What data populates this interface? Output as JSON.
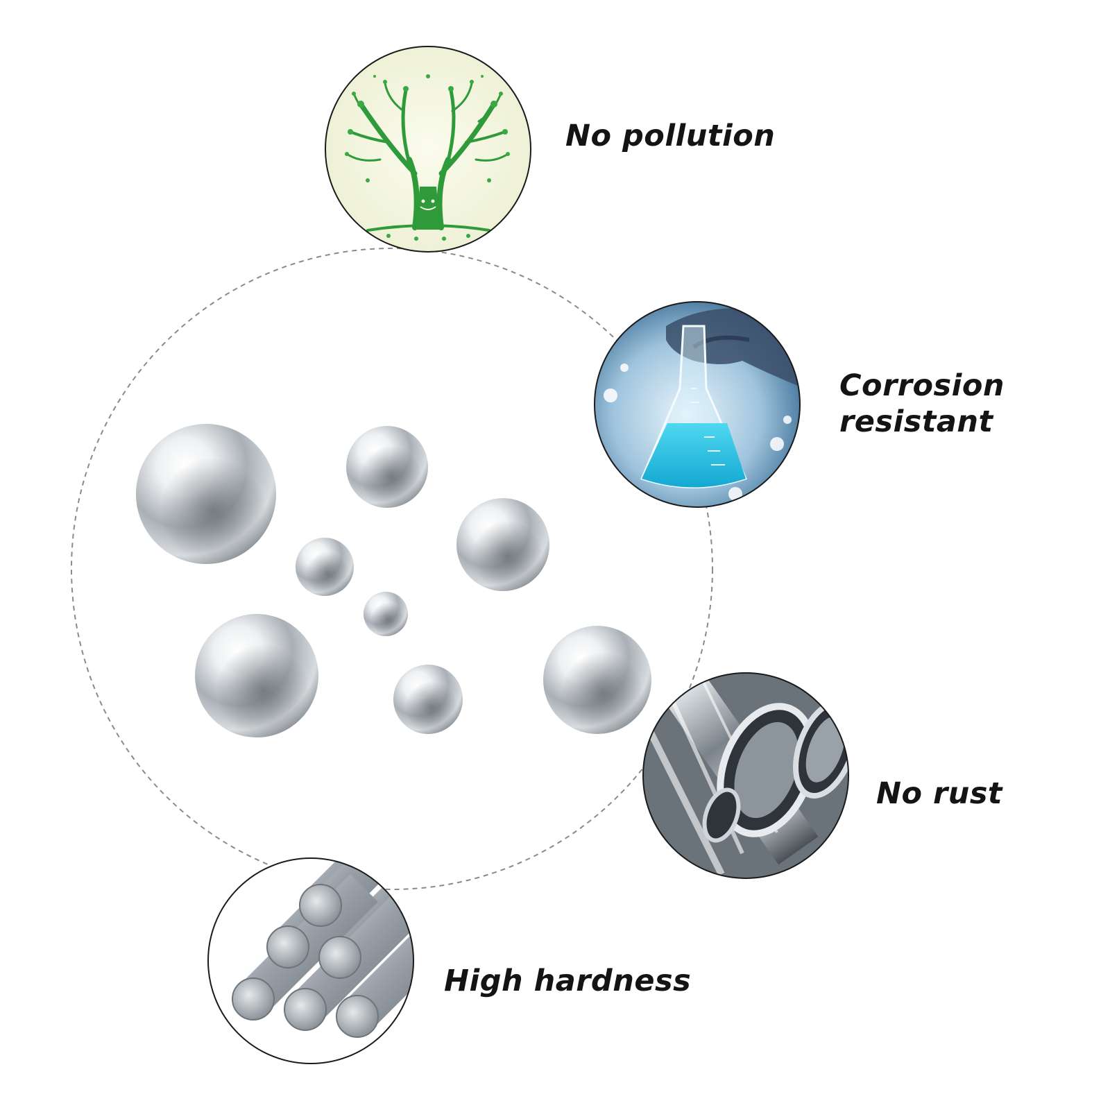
{
  "features": {
    "pollution": {
      "label": "No pollution",
      "icon": "tree-icon"
    },
    "corrosion": {
      "label_line1": "Corrosion",
      "label_line2": "resistant",
      "icon": "flask-icon"
    },
    "rust": {
      "label": "No rust",
      "icon": "steel-tubes-icon"
    },
    "hardness": {
      "label": "High hardness",
      "icon": "steel-rods-icon"
    }
  },
  "center_image": "steel-balls",
  "colors": {
    "text": "#141414",
    "tree_green": "#2f9a3a",
    "tree_bg": "#f7f8e6",
    "liquid_blue": "#26c4e3",
    "steel": "#9aa3ab",
    "dashed_circle": "#8a8a8a"
  }
}
